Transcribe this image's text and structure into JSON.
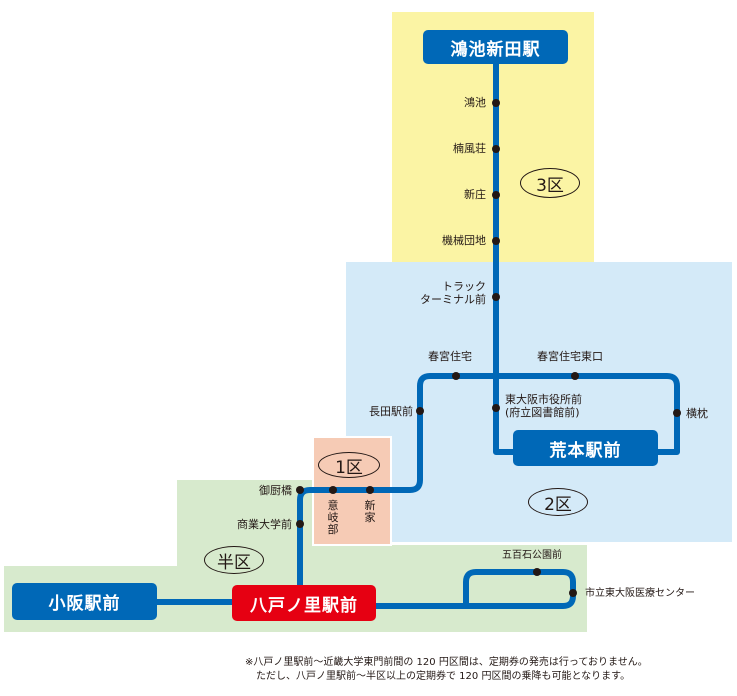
{
  "colors": {
    "line": "#0068b7",
    "terminal_blue": "#0068b7",
    "terminal_red": "#e60012",
    "zone3": "#fbf4a4",
    "zone2": "#d4eaf8",
    "zone1": "#f6cbb5",
    "zone_half": "#d7eacd"
  },
  "terminals": {
    "konoike": "鴻池新田駅",
    "aramoto": "荒本駅前",
    "kosaka": "小阪駅前",
    "yaenosato": "八戸ノ里駅前"
  },
  "zones": {
    "z3": "3区",
    "z2": "2区",
    "z1": "1区",
    "half": "半区"
  },
  "stations": {
    "konoike": "鴻池",
    "nanpuso": "楠風荘",
    "shinjo": "新庄",
    "kikai": "機械団地",
    "truck1": "トラック",
    "truck2": "ターミナル前",
    "harumiya": "春宮住宅",
    "harumiya_e": "春宮住宅東口",
    "nagata": "長田駅前",
    "shiyakusho1": "東大阪市役所前",
    "shiyakusho2": "(府立図書館前)",
    "yokomakura": "横枕",
    "mikuriya": "御厨橋",
    "okibe": "意岐部",
    "shinke": "新家",
    "shogyo": "商業大学前",
    "gohyakukoku": "五百石公園前",
    "iryo": "市立東大阪医療センター"
  },
  "notes": [
    "※八戸ノ里駅前～近畿大学東門前間の 120 円区間は、定期券の発売は行っておりません。",
    "ただし、八戸ノ里駅前～半区以上の定期券で 120 円区間の乗降も可能となります。"
  ]
}
